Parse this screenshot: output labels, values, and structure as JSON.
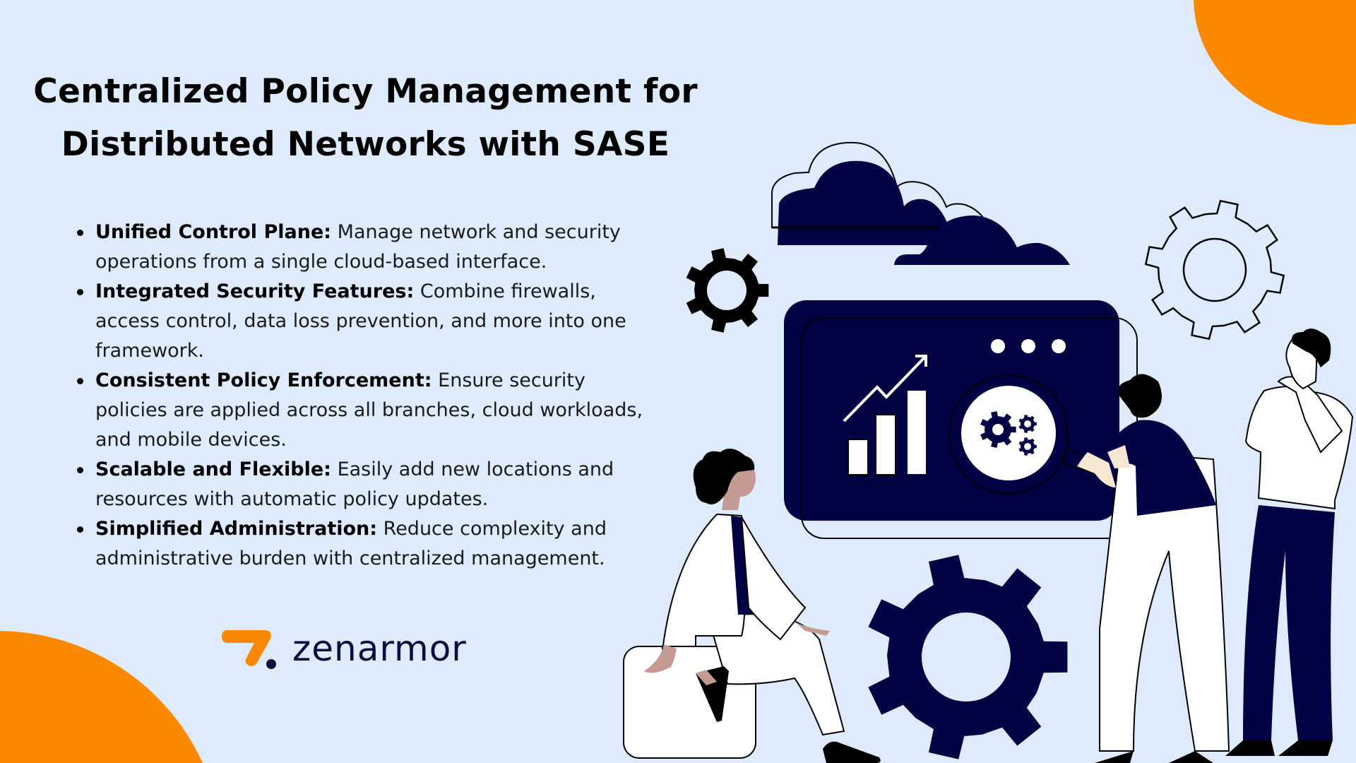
{
  "title": {
    "line1": "Centralized Policy Management for",
    "line2": "Distributed Networks with SASE"
  },
  "bullets": [
    {
      "heading": "Unified Control Plane:",
      "text": " Manage network and security operations from a single cloud-based interface."
    },
    {
      "heading": "Integrated Security Features:",
      "text": " Combine firewalls, access control, data loss prevention, and more into one framework."
    },
    {
      "heading": "Consistent Policy Enforcement:",
      "text": " Ensure security policies are applied across all branches, cloud workloads, and mobile devices."
    },
    {
      "heading": "Scalable and Flexible:",
      "text": " Easily add new locations and resources with automatic policy updates."
    },
    {
      "heading": "Simplified Administration:",
      "text": " Reduce complexity and administrative burden with centralized management."
    }
  ],
  "logo": {
    "wordmark": "zenarmor",
    "icon": "zenarmor-mark-icon"
  },
  "colors": {
    "background": "#deebfd",
    "accent": "#fa8900",
    "navy": "#020144",
    "skin_light": "#f6e7d2",
    "skin_dark": "#c59a92"
  },
  "illustration": {
    "icons": [
      "cloud-icon",
      "gear-icon",
      "bar-chart-icon",
      "trend-arrow-icon",
      "magnifier-icon",
      "settings-gears-icon",
      "dots-menu-icon"
    ]
  }
}
